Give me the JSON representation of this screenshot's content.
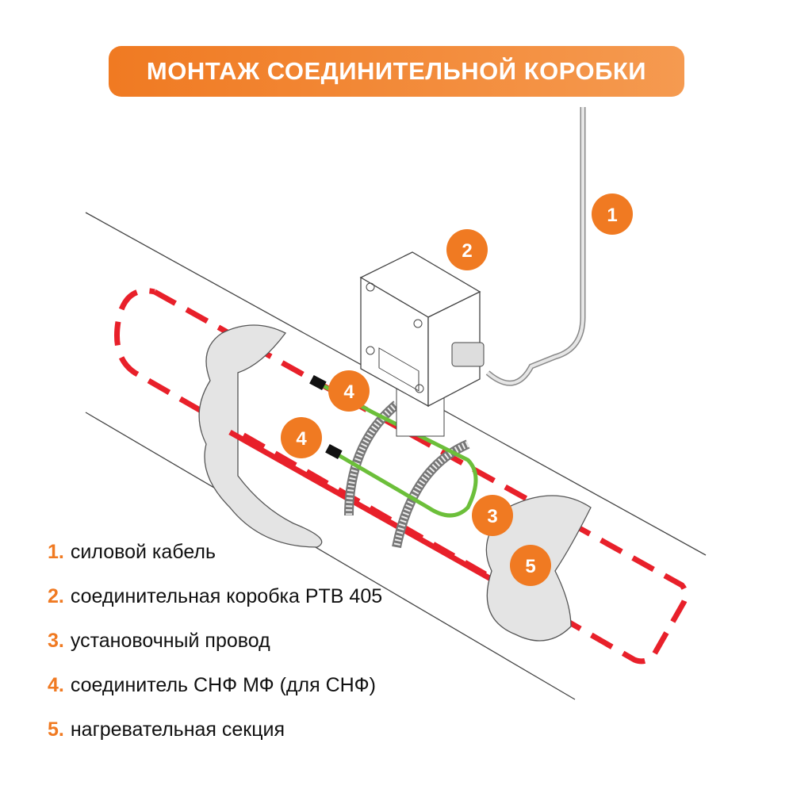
{
  "title": "МОНТАЖ СОЕДИНИТЕЛЬНОЙ КОРОБКИ",
  "markers": [
    "1",
    "2",
    "3",
    "4",
    "4",
    "5"
  ],
  "legend": [
    {
      "num": "1.",
      "text": "силовой кабель"
    },
    {
      "num": "2.",
      "text": "соединительная коробка PTB 405"
    },
    {
      "num": "3.",
      "text": "установочный провод"
    },
    {
      "num": "4.",
      "text": "соединитель СНФ МФ (для СНФ)"
    },
    {
      "num": "5.",
      "text": "нагревательная секция"
    }
  ],
  "colors": {
    "accent": "#f07a22",
    "heating": "#e8202a",
    "wire": "#6cbf3a"
  }
}
